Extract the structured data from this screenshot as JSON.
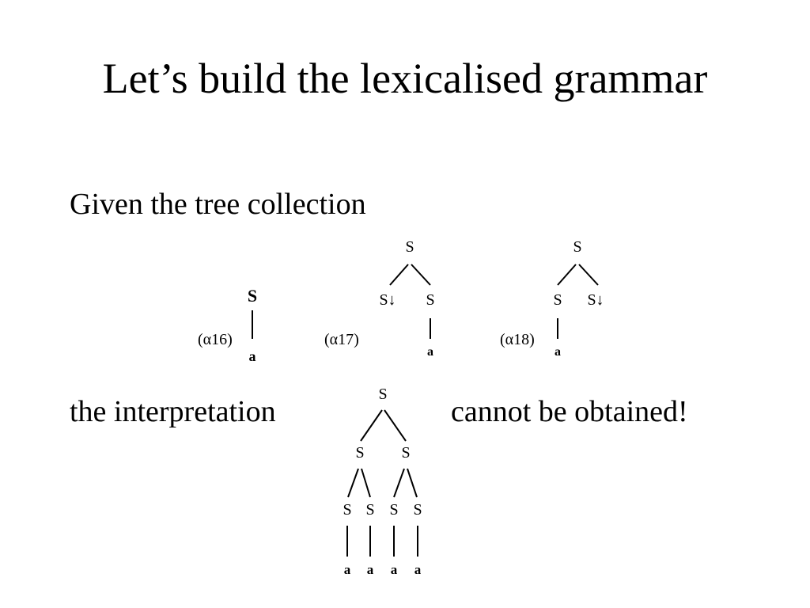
{
  "slide": {
    "title": "Let’s build the lexicalised grammar",
    "given_text": "Given the tree collection",
    "interpretation_text": "the interpretation",
    "cannot_text": "cannot be obtained!"
  },
  "trees": {
    "alpha16": {
      "label": "(α16)",
      "nodes": [
        "S",
        "a"
      ]
    },
    "alpha17": {
      "label": "(α17)",
      "root": "S",
      "left": "S↓",
      "right": "S",
      "leaf": "a"
    },
    "alpha18": {
      "label": "(α18)",
      "root": "S",
      "left": "S",
      "right": "S↓",
      "leaf": "a"
    },
    "derived": {
      "root": "S",
      "mid": [
        "S",
        "S"
      ],
      "low": [
        "S",
        "S",
        "S",
        "S"
      ],
      "leaves": [
        "a",
        "a",
        "a",
        "a"
      ]
    }
  }
}
